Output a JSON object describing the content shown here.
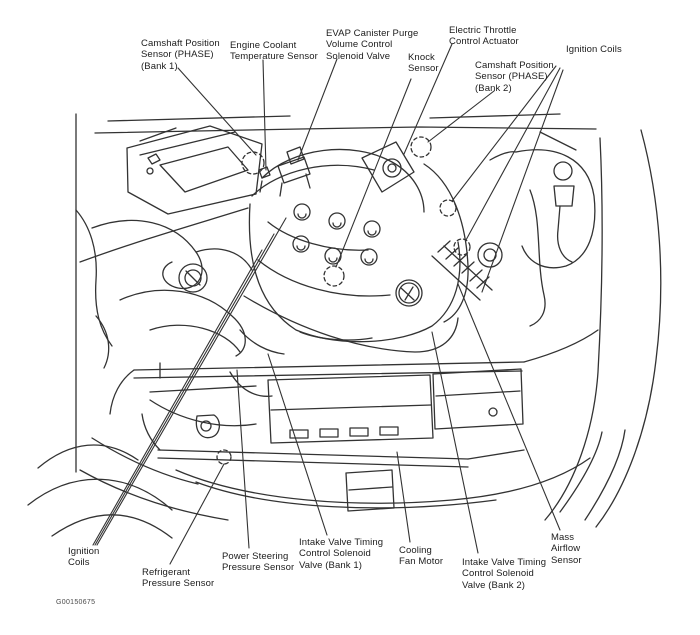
{
  "figure": {
    "type": "engine-bay-component-diagram",
    "code": "G00150675"
  },
  "colors": {
    "background": "#ffffff",
    "line_art": "#333333",
    "label_text": "#1c1c1c"
  },
  "callouts": [
    {
      "id": "camshaft-position-sensor-bank1",
      "text": "Camshaft Position\nSensor (PHASE)\n(Bank 1)"
    },
    {
      "id": "engine-coolant-temperature-sensor",
      "text": "Engine Coolant\nTemperature Sensor"
    },
    {
      "id": "evap-canister-purge-volume-control-solenoid-valve",
      "text": "EVAP Canister Purge\nVolume Control\nSolenoid Valve"
    },
    {
      "id": "knock-sensor",
      "text": "Knock\nSensor"
    },
    {
      "id": "electric-throttle-control-actuator",
      "text": "Electric Throttle\nControl Actuator"
    },
    {
      "id": "camshaft-position-sensor-bank2",
      "text": "Camshaft Position\nSensor (PHASE)\n(Bank 2)"
    },
    {
      "id": "ignition-coils-top",
      "text": "Ignition Coils"
    },
    {
      "id": "ignition-coils-bottom",
      "text": "Ignition\nCoils"
    },
    {
      "id": "refrigerant-pressure-sensor",
      "text": "Refrigerant\nPressure Sensor"
    },
    {
      "id": "power-steering-pressure-sensor",
      "text": "Power Steering\nPressure Sensor"
    },
    {
      "id": "intake-valve-timing-control-solenoid-valve-bank1",
      "text": "Intake Valve Timing\nControl Solenoid\nValve (Bank 1)"
    },
    {
      "id": "cooling-fan-motor",
      "text": "Cooling\nFan Motor"
    },
    {
      "id": "intake-valve-timing-control-solenoid-valve-bank2",
      "text": "Intake Valve Timing\nControl Solenoid\nValve (Bank 2)"
    },
    {
      "id": "mass-airflow-sensor",
      "text": "Mass\nAirflow\nSensor"
    }
  ]
}
